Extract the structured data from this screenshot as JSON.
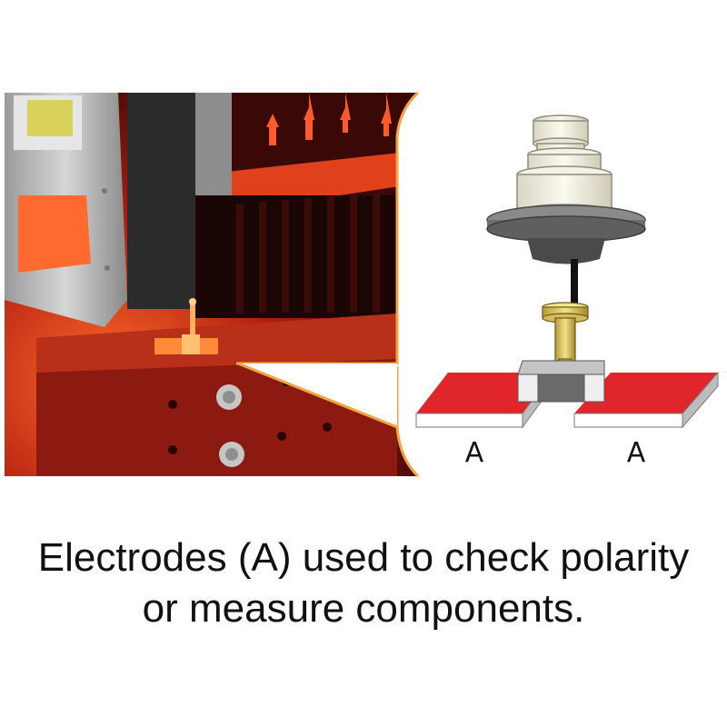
{
  "figure": {
    "electrode_labels": [
      "A",
      "A"
    ],
    "caption_lines": [
      "Electrodes (A) used to check polarity",
      "or measure components."
    ]
  },
  "colors": {
    "electrode_red": "#e1262b",
    "callout_border": "#f2a541",
    "photo_glow": "#ff4a1c"
  }
}
